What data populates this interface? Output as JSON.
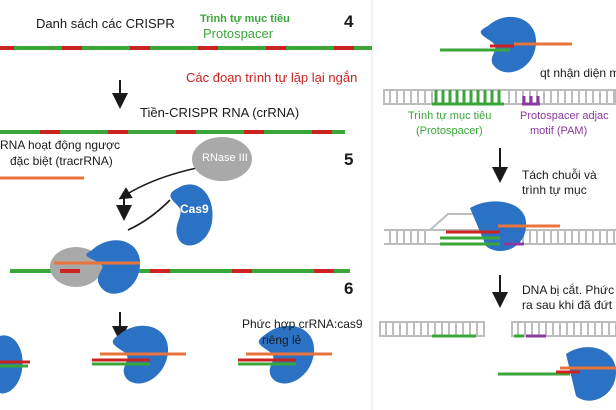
{
  "steps": {
    "s4": "4",
    "s5": "5",
    "s6": "6"
  },
  "left": {
    "crispr_list": "Danh sách các CRISPR",
    "target_seq": "Trình tự mục tiêu",
    "protospacer": "Protospacer",
    "short_repeats": "Các đoạn trình tự lặp lại ngắn",
    "pre_crrna": "Tiền-CRISPR RNA (crRNA)",
    "tracrrna_line1": "RNA hoạt động ngược",
    "tracrrna_line2": "đặc biệt (tracrRNA)",
    "rnase": "RNase III",
    "cas9": "Cas9",
    "complex_line1": "Phức hợp crRNA:cas9",
    "complex_line2": "riêng lẻ"
  },
  "right": {
    "recognition": "qt nhận diện m",
    "target_line1": "Trình tự mục tiêu",
    "target_line2": "(Protospacer)",
    "pam_line1": "Protospacer adjac",
    "pam_line2": "motif (PAM)",
    "separate_line1": "Tách chuỗi và",
    "separate_line2": "trình tự mục",
    "cut_line1": "DNA bị cắt. Phức",
    "cut_line2": "ra sau khi đã đứt"
  },
  "colors": {
    "spacer": "#3aa63a",
    "repeat": "#cc2222",
    "tracr": "#e8743b",
    "cas9": "#2c72c4",
    "rnase": "#a9a9a9",
    "pam": "#8a3aa0",
    "dna": "#bdbdbd"
  }
}
